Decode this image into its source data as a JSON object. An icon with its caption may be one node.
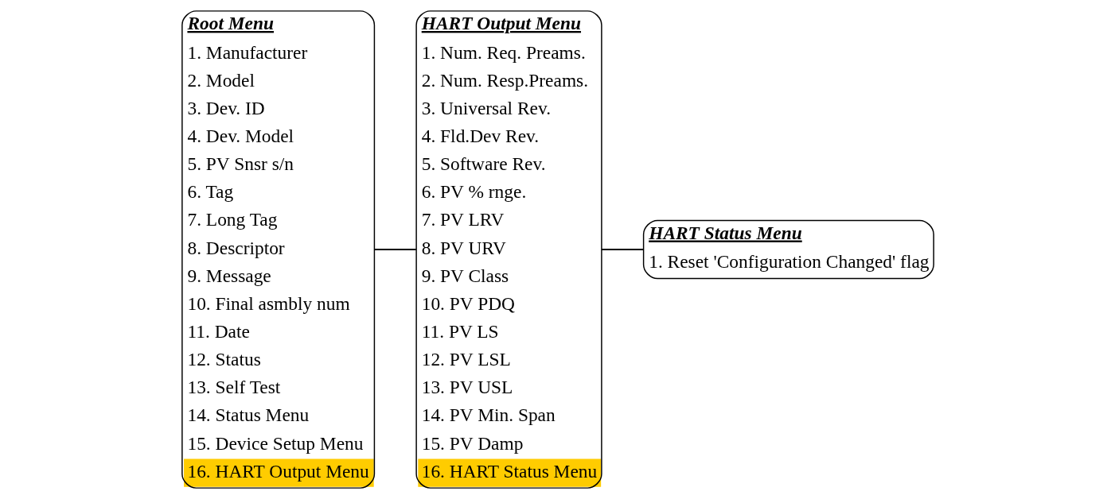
{
  "diagram": {
    "nodes": [
      {
        "text": [
          "Root Menu",
          "1. Manufacturer",
          "2. Model",
          "3. Dev. ID",
          "4. Dev. Model",
          "5. PV Snsr s/n",
          "6. Tag",
          "7. Long Tag",
          "8. Descriptor",
          "9. Message",
          "10. Final asmbly num",
          "11. Date",
          "12. Status",
          "13. Self Test",
          "14. Status Menu",
          "15. Device Setup Menu",
          "16. HART Output Menu"
        ]
      },
      {
        "text": [
          "HART Output Menu",
          "1. Num. Req. Preams.",
          "2. Num. Resp.Preams.",
          "3. Universal Rev.",
          "4. Fld.Dev Rev.",
          "5. Software Rev.",
          "6. PV % rnge.",
          "7. PV LRV",
          "8. PV URV",
          "9. PV Class",
          "10. PV PDQ",
          "11. PV LS",
          "12. PV LSL",
          "13. PV USL",
          "14. PV Min. Span",
          "15. PV Damp",
          "16. HART Status Menu"
        ]
      },
      {
        "text": [
          "HART Status Menu",
          "1. Reset 'Configuration Changed' flag"
        ]
      }
    ],
    "edges": [
      {
        "from": 0,
        "to": 1,
        "arrow": "none"
      },
      {
        "from": 1,
        "to": 2,
        "arrow": "none"
      }
    ]
  }
}
